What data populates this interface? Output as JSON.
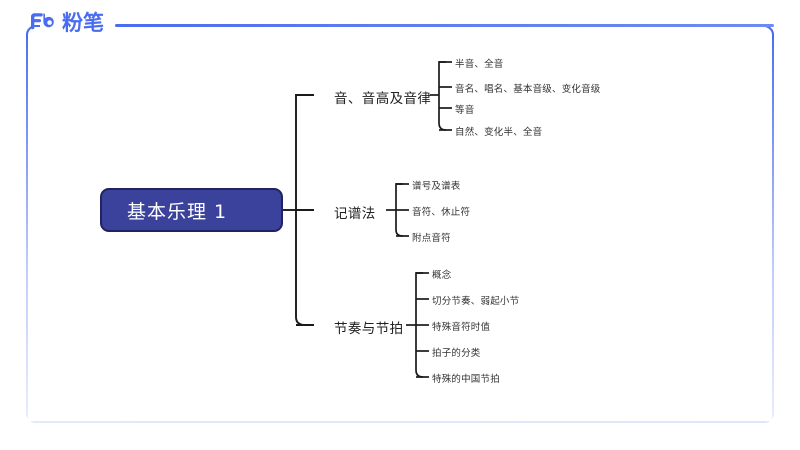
{
  "brand": {
    "name": "粉笔",
    "mark": "Fb",
    "color": "#4a6cf0"
  },
  "mindmap": {
    "root": {
      "label": "基本乐理 1",
      "fill": "#3b429b",
      "stroke": "#20235f",
      "text_color": "#ffffff"
    },
    "branches": [
      {
        "label": "音、音高及音律",
        "children": [
          "半音、全音",
          "音名、唱名、基本音级、变化音级",
          "等音",
          "自然、变化半、全音"
        ]
      },
      {
        "label": "记谱法",
        "children": [
          "谱号及谱表",
          "音符、休止符",
          "附点音符"
        ]
      },
      {
        "label": "节奏与节拍",
        "children": [
          "概念",
          "切分节奏、弱起小节",
          "特殊音符时值",
          "拍子的分类",
          "特殊的中国节拍"
        ]
      }
    ],
    "line_color": "#1a1a1a"
  }
}
